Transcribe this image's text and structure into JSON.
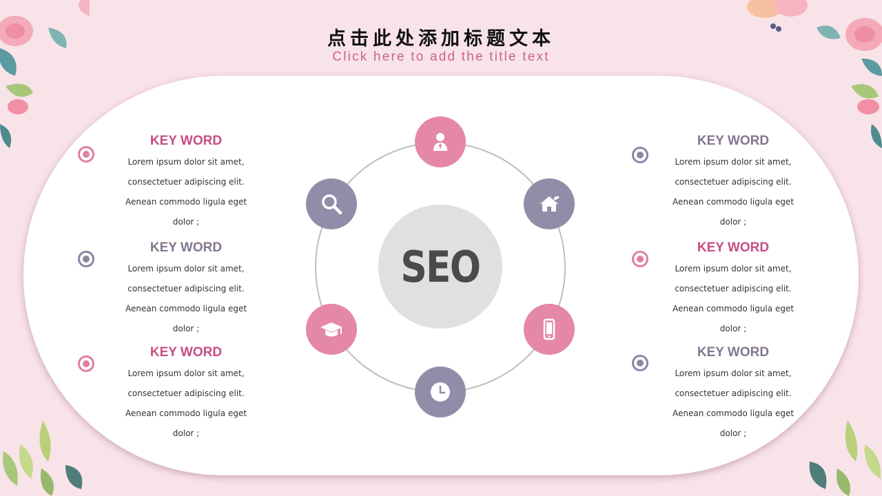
{
  "title": "点击此处添加标题文本",
  "subtitle": "Click here to add the title text",
  "center_label": "SEO",
  "colors": {
    "pink": "#e487a9",
    "purple": "#938ca9",
    "background": "#f8e3e8",
    "keyword_pink": "#c64d84",
    "keyword_purple": "#837690"
  },
  "left_items": [
    {
      "keyword": "KEY WORD",
      "lines": [
        "Lorem ipsum dolor sit amet,",
        "consectetuer adipiscing elit.",
        "Aenean commodo ligula eget",
        "dolor ;"
      ],
      "color": "pink"
    },
    {
      "keyword": "KEY WORD",
      "lines": [
        "Lorem ipsum dolor sit amet,",
        "consectetuer adipiscing elit.",
        "Aenean commodo ligula eget",
        "dolor ;"
      ],
      "color": "purple"
    },
    {
      "keyword": "KEY WORD",
      "lines": [
        "Lorem ipsum dolor sit amet,",
        "consectetuer adipiscing elit.",
        "Aenean commodo ligula eget",
        "dolor ;"
      ],
      "color": "pink"
    }
  ],
  "right_items": [
    {
      "keyword": "KEY WORD",
      "lines": [
        "Lorem ipsum dolor sit amet,",
        "consectetuer adipiscing elit.",
        "Aenean commodo ligula eget",
        "dolor ;"
      ],
      "color": "purple"
    },
    {
      "keyword": "KEY WORD",
      "lines": [
        "Lorem ipsum dolor sit amet,",
        "consectetuer adipiscing elit.",
        "Aenean commodo ligula eget",
        "dolor ;"
      ],
      "color": "pink"
    },
    {
      "keyword": "KEY WORD",
      "lines": [
        "Lorem ipsum dolor sit amet,",
        "consectetuer adipiscing elit.",
        "Aenean commodo ligula eget",
        "dolor ;"
      ],
      "color": "purple"
    }
  ],
  "icons": [
    "user-icon",
    "home-icon",
    "phone-icon",
    "clock-icon",
    "graduation-cap-icon",
    "search-icon"
  ]
}
